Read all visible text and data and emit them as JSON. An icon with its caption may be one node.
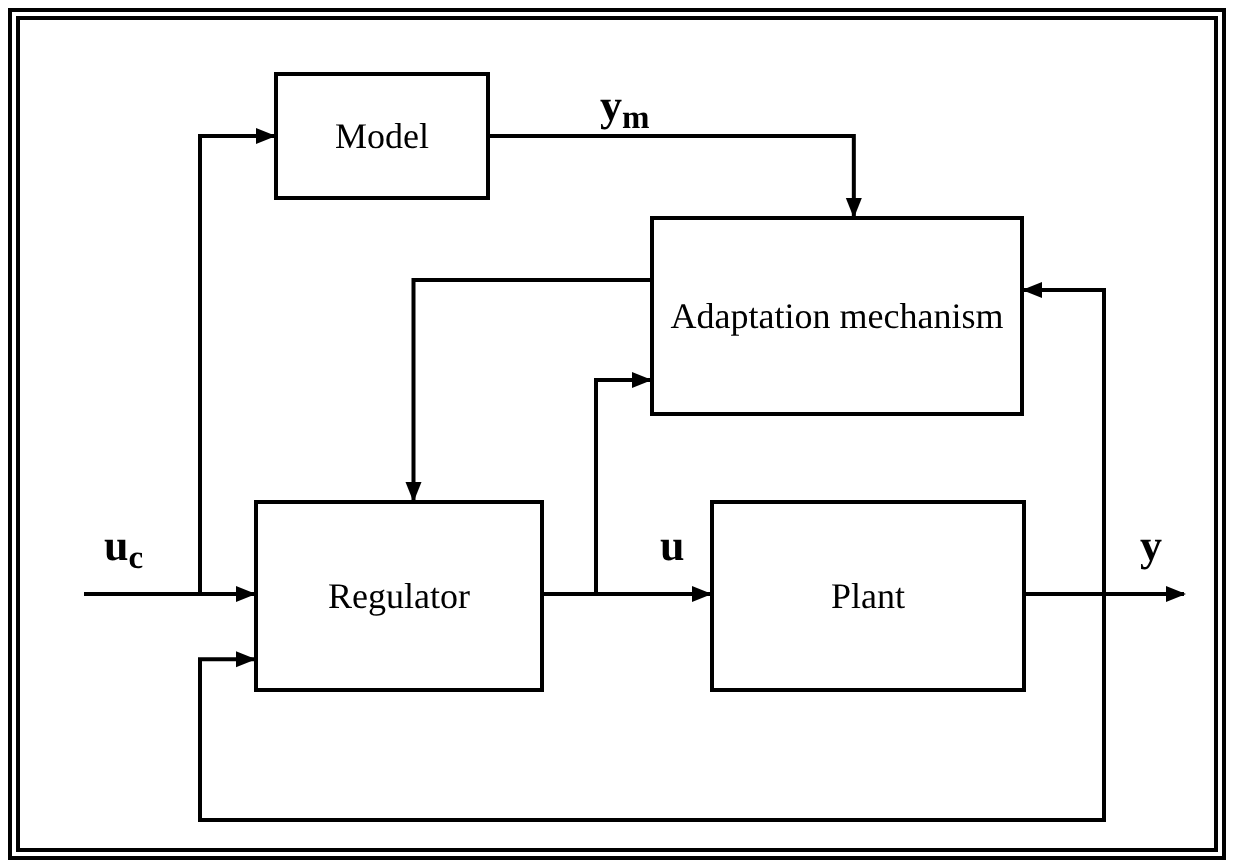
{
  "diagram": {
    "nodes": [
      {
        "text": [
          "Model"
        ]
      },
      {
        "text": [
          "Adaptation mechanism"
        ]
      },
      {
        "text": [
          "Regulator"
        ]
      },
      {
        "text": [
          "Plant"
        ]
      }
    ],
    "edges": [
      {
        "from": null,
        "to": 2,
        "arrow": "to",
        "label": "u$_{c}$"
      },
      {
        "from": null,
        "to": 0,
        "arrow": "to"
      },
      {
        "from": 0,
        "to": 1,
        "arrow": "to",
        "label": "y$_{m}$"
      },
      {
        "from": 1,
        "to": 2,
        "arrow": "to"
      },
      {
        "from": 2,
        "to": 3,
        "arrow": "to",
        "label": "u"
      },
      {
        "from": 2,
        "to": 1,
        "arrow": "to"
      },
      {
        "from": 3,
        "to": null,
        "arrow": "to",
        "label": "y"
      },
      {
        "from": 3,
        "to": 1,
        "arrow": "to"
      },
      {
        "from": 3,
        "to": 2,
        "arrow": "to"
      }
    ]
  }
}
